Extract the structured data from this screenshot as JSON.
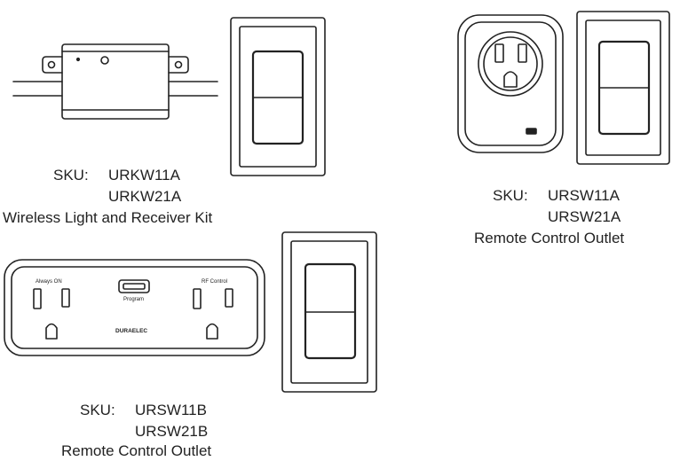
{
  "kits": [
    {
      "sku_label": "SKU:",
      "skus": [
        "URKW11A",
        "URKW21A"
      ],
      "description": "Wireless Light and Receiver Kit"
    },
    {
      "sku_label": "SKU:",
      "skus": [
        "URSW11A",
        "URSW21A"
      ],
      "description": "Remote Control Outlet"
    },
    {
      "sku_label": "SKU:",
      "skus": [
        "URSW11B",
        "URSW21B"
      ],
      "description": "Remote Control Outlet"
    }
  ],
  "power_strip": {
    "left_label": "Always ON",
    "right_label": "RF Control",
    "button_label": "Program",
    "brand": "DURAELEC"
  },
  "icons": [
    "receiver-module-icon",
    "wall-switch-icon",
    "plug-in-outlet-icon",
    "power-strip-icon"
  ]
}
